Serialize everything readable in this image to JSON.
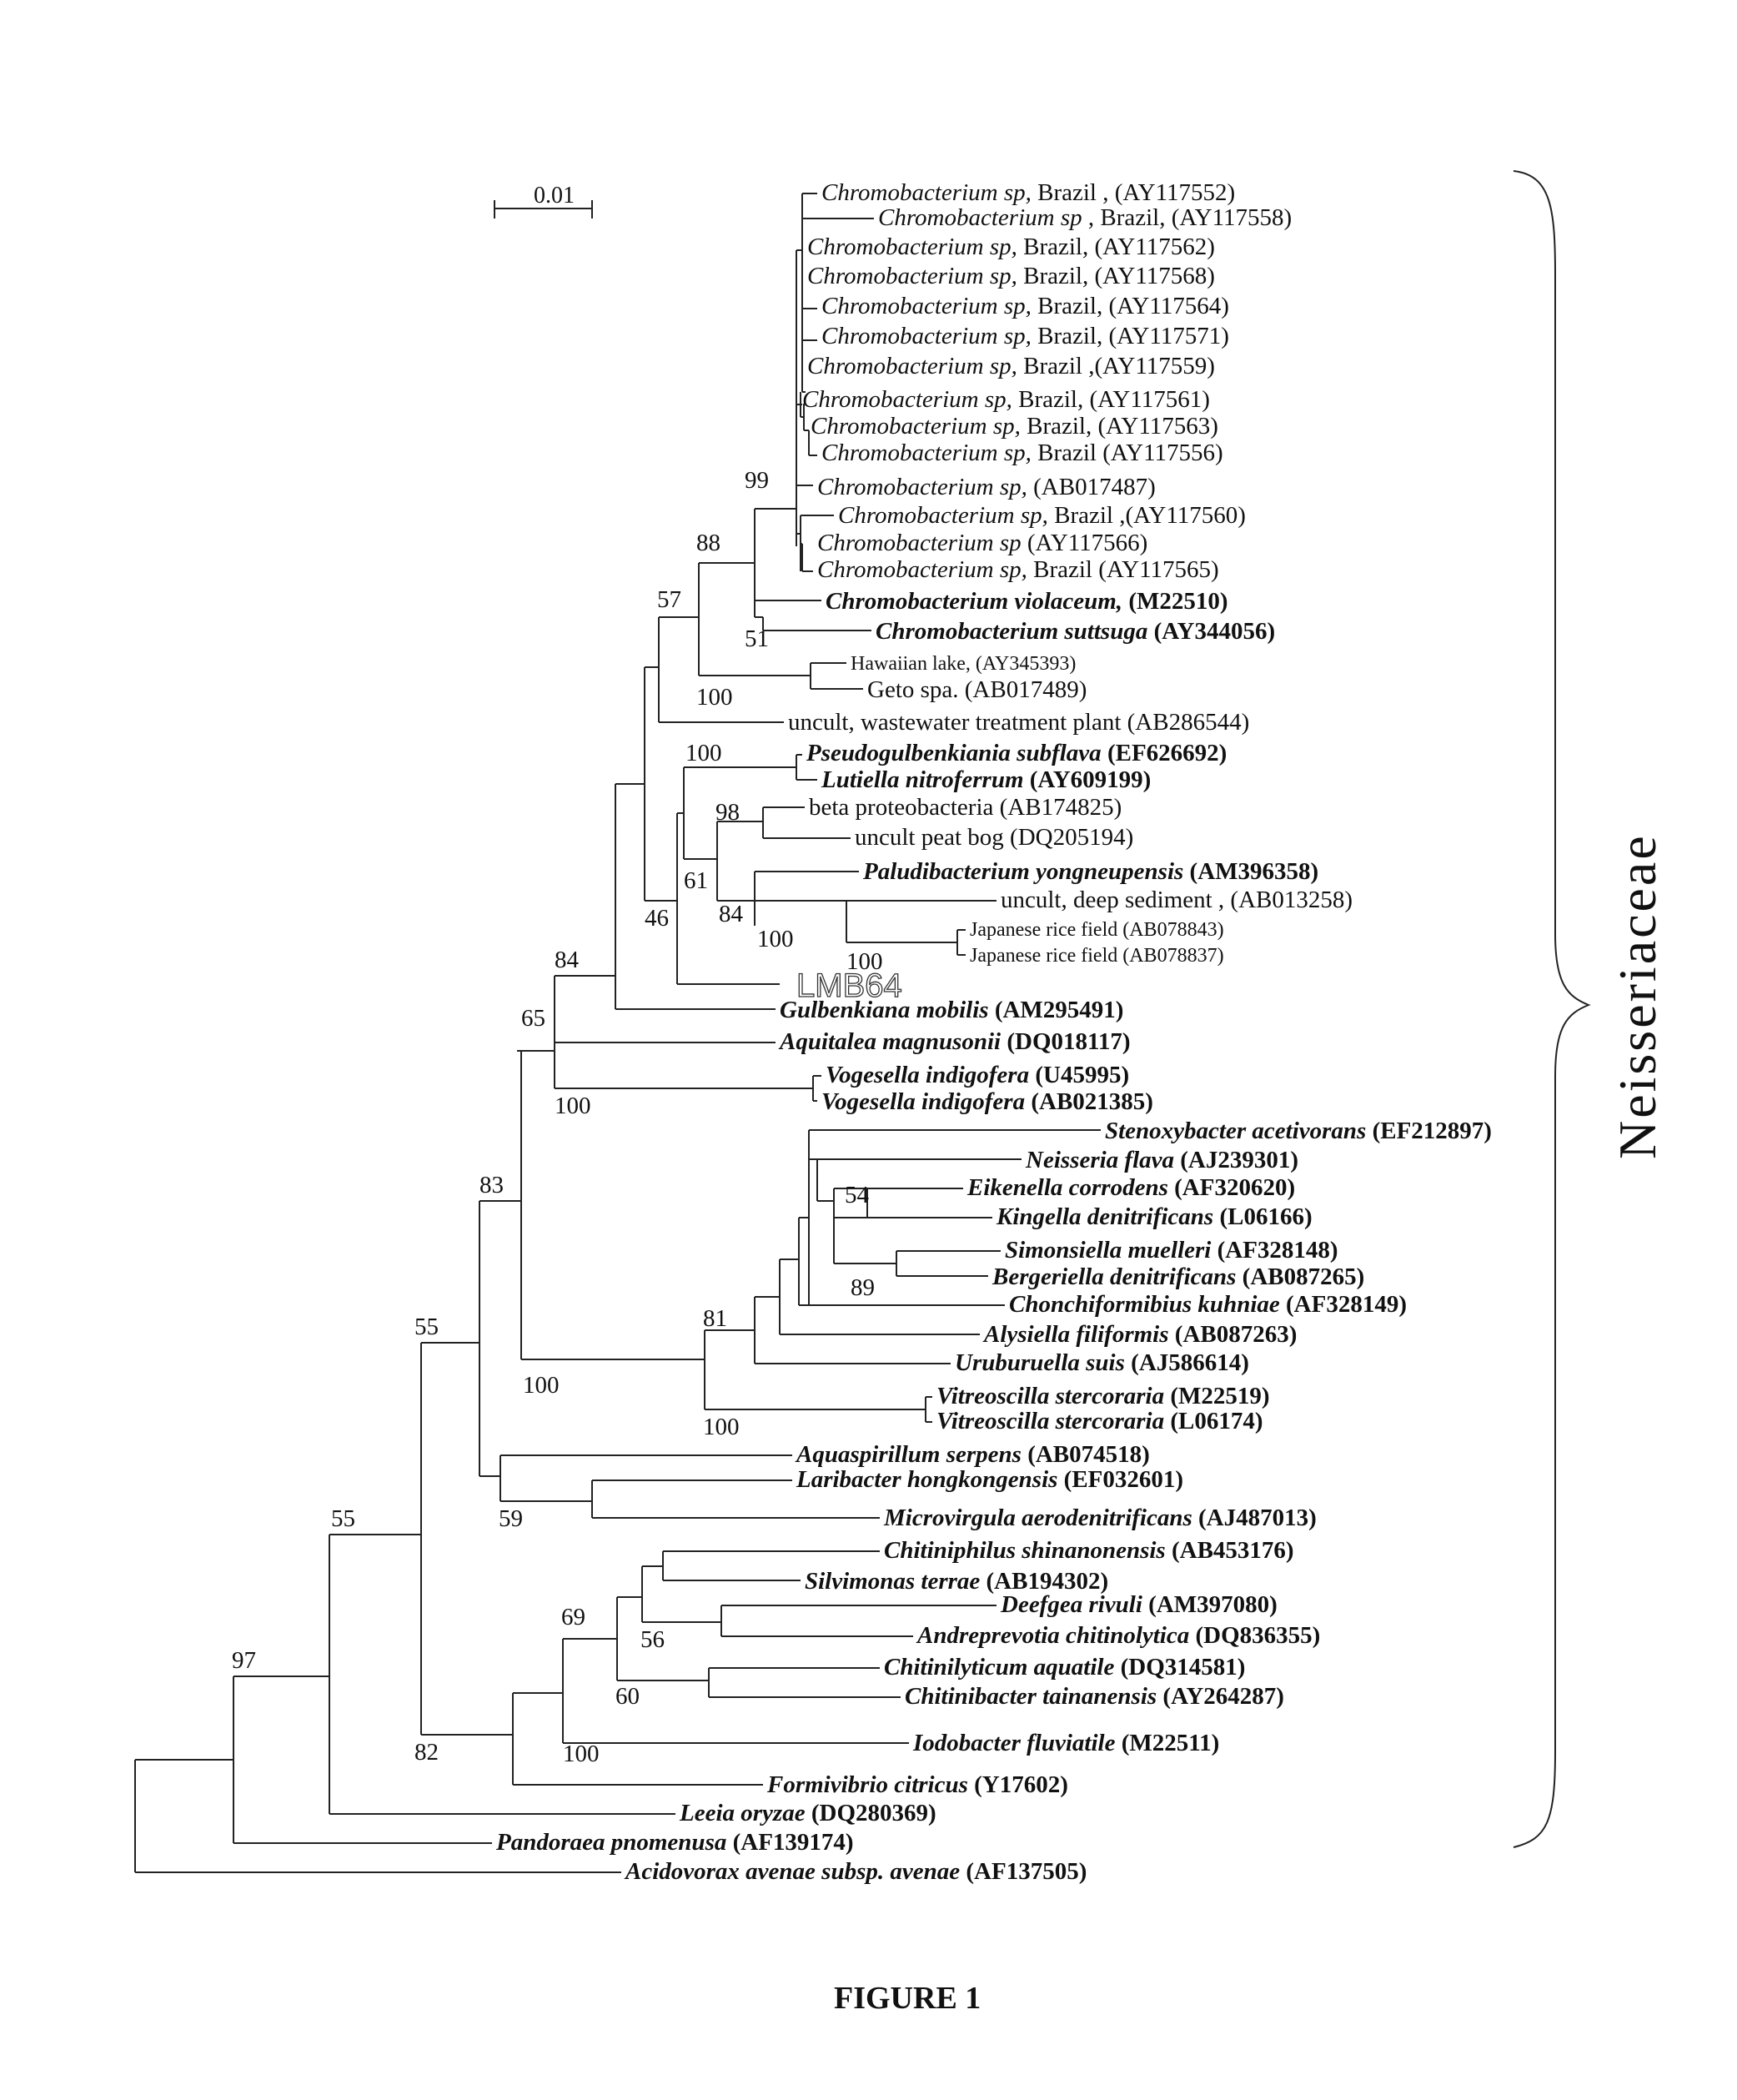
{
  "scale_bar": "0.01",
  "family_label": "Neisseriaceae",
  "caption": "FIGURE 1",
  "highlight": "LMB64",
  "taxa": [
    {
      "id": "t1",
      "sp": "Chromobacterium sp,",
      "rest": "Brazil , (AY117552)"
    },
    {
      "id": "t2",
      "sp": "Chromobacterium sp",
      "rest": ", Brazil, (AY117558)"
    },
    {
      "id": "t3",
      "sp": "Chromobacterium sp,",
      "rest": "Brazil, (AY117562)"
    },
    {
      "id": "t4",
      "sp": "Chromobacterium sp,",
      "rest": "Brazil, (AY117568)"
    },
    {
      "id": "t5",
      "sp": "Chromobacterium sp,",
      "rest": "Brazil, (AY117564)"
    },
    {
      "id": "t6",
      "sp": "Chromobacterium sp,",
      "rest": "Brazil, (AY117571)"
    },
    {
      "id": "t7",
      "sp": "Chromobacterium sp,",
      "rest": "Brazil ,(AY117559)"
    },
    {
      "id": "t8",
      "sp": "Chromobacterium sp,",
      "rest": "Brazil, (AY117561)"
    },
    {
      "id": "t9",
      "sp": "Chromobacterium sp,",
      "rest": "Brazil, (AY117563)"
    },
    {
      "id": "t10",
      "sp": "Chromobacterium sp,",
      "rest": "Brazil (AY117556)"
    },
    {
      "id": "t11",
      "sp": "Chromobacterium sp,",
      "rest": "(AB017487)"
    },
    {
      "id": "t12",
      "sp": "Chromobacterium sp,",
      "rest": "Brazil ,(AY117560)"
    },
    {
      "id": "t13",
      "sp": "Chromobacterium sp",
      "rest": "(AY117566)"
    },
    {
      "id": "t14",
      "sp": "Chromobacterium sp,",
      "rest": "Brazil (AY117565)"
    },
    {
      "id": "t15",
      "sp": "Chromobacterium violaceum,",
      "rest": "(M22510)",
      "bold": true
    },
    {
      "id": "t16",
      "sp": "Chromobacterium suttsuga",
      "rest": "(AY344056)",
      "bold": true
    },
    {
      "id": "t17",
      "sp": "",
      "rest": "Hawaiian lake, (AY345393)",
      "small": true
    },
    {
      "id": "t18",
      "sp": "",
      "rest": "Geto spa. (AB017489)"
    },
    {
      "id": "t19",
      "sp": "",
      "rest": "uncult, wastewater treatment plant (AB286544)"
    },
    {
      "id": "t20",
      "sp": "Pseudogulbenkiania subflava",
      "rest": "(EF626692)",
      "bold": true
    },
    {
      "id": "t21",
      "sp": "Lutiella nitroferrum",
      "rest": "(AY609199)",
      "bold": true
    },
    {
      "id": "t22",
      "sp": "",
      "rest": "beta proteobacteria (AB174825)"
    },
    {
      "id": "t23",
      "sp": "",
      "rest": "uncult peat bog (DQ205194)"
    },
    {
      "id": "t24",
      "sp": "Paludibacterium yongneupensis",
      "rest": "(AM396358)",
      "bold": true
    },
    {
      "id": "t25",
      "sp": "",
      "rest": "uncult, deep sediment , (AB013258)"
    },
    {
      "id": "t26",
      "sp": "",
      "rest": "Japanese rice field (AB078843)",
      "small": true
    },
    {
      "id": "t27",
      "sp": "",
      "rest": "Japanese rice field (AB078837)",
      "small": true
    },
    {
      "id": "t28",
      "sp": "Gulbenkiana mobilis",
      "rest": "(AM295491)",
      "bold": true
    },
    {
      "id": "t29",
      "sp": "Aquitalea magnusonii",
      "rest": "(DQ018117)",
      "bold": true
    },
    {
      "id": "t30",
      "sp": "Vogesella indigofera",
      "rest": "(U45995)",
      "bold": true
    },
    {
      "id": "t31",
      "sp": "Vogesella indigofera",
      "rest": "(AB021385)",
      "bold": true
    },
    {
      "id": "t32",
      "sp": "Stenoxybacter acetivorans",
      "rest": "(EF212897)",
      "bold": true
    },
    {
      "id": "t33",
      "sp": "Neisseria flava",
      "rest": "(AJ239301)",
      "bold": true
    },
    {
      "id": "t34",
      "sp": "Eikenella corrodens",
      "rest": "(AF320620)",
      "bold": true
    },
    {
      "id": "t35",
      "sp": "Kingella denitrificans",
      "rest": "(L06166)",
      "bold": true
    },
    {
      "id": "t36",
      "sp": "Simonsiella muelleri",
      "rest": "(AF328148)",
      "bold": true
    },
    {
      "id": "t37",
      "sp": "Bergeriella denitrificans",
      "rest": "(AB087265)",
      "bold": true
    },
    {
      "id": "t38",
      "sp": "Chonchiformibius kuhniae",
      "rest": "(AF328149)",
      "bold": true
    },
    {
      "id": "t39",
      "sp": "Alysiella filiformis",
      "rest": "(AB087263)",
      "bold": true
    },
    {
      "id": "t40",
      "sp": "Uruburuella suis",
      "rest": "(AJ586614)",
      "bold": true
    },
    {
      "id": "t41",
      "sp": "Vitreoscilla stercoraria",
      "rest": "(M22519)",
      "bold": true
    },
    {
      "id": "t42",
      "sp": "Vitreoscilla stercoraria",
      "rest": "(L06174)",
      "bold": true
    },
    {
      "id": "t43",
      "sp": "Aquaspirillum serpens",
      "rest": "(AB074518)",
      "bold": true
    },
    {
      "id": "t44",
      "sp": "Laribacter hongkongensis",
      "rest": "(EF032601)",
      "bold": true
    },
    {
      "id": "t45",
      "sp": "Microvirgula aerodenitrificans",
      "rest": "(AJ487013)",
      "bold": true
    },
    {
      "id": "t46",
      "sp": "Chitiniphilus shinanonensis",
      "rest": "(AB453176)",
      "bold": true
    },
    {
      "id": "t47",
      "sp": "Silvimonas terrae",
      "rest": "(AB194302)",
      "bold": true
    },
    {
      "id": "t48",
      "sp": "Deefgea rivuli",
      "rest": "(AM397080)",
      "bold": true
    },
    {
      "id": "t49",
      "sp": "Andreprevotia chitinolytica",
      "rest": "(DQ836355)",
      "bold": true
    },
    {
      "id": "t50",
      "sp": "Chitinilyticum aquatile",
      "rest": "(DQ314581)",
      "bold": true
    },
    {
      "id": "t51",
      "sp": "Chitinibacter tainanensis",
      "rest": "(AY264287)",
      "bold": true
    },
    {
      "id": "t52",
      "sp": "Iodobacter fluviatile",
      "rest": "(M22511)",
      "bold": true
    },
    {
      "id": "t53",
      "sp": "Formivibrio citricus",
      "rest": "(Y17602)",
      "bold": true
    },
    {
      "id": "t54",
      "sp": "Leeia oryzae",
      "rest": "(DQ280369)",
      "bold": true
    },
    {
      "id": "t55",
      "sp": "Pandoraea pnomenusa",
      "rest": "(AF139174)",
      "bold": true
    },
    {
      "id": "t56",
      "sp": "Acidovorax avenae subsp. avenae",
      "rest": "(AF137505)",
      "bold": true
    }
  ],
  "bootstrap": [
    "99",
    "88",
    "57",
    "51",
    "100",
    "100",
    "98",
    "61",
    "84",
    "100",
    "100",
    "46",
    "84",
    "65",
    "100",
    "54",
    "89",
    "81",
    "100",
    "83",
    "100",
    "55",
    "59",
    "69",
    "56",
    "60",
    "100",
    "55",
    "82",
    "97"
  ]
}
